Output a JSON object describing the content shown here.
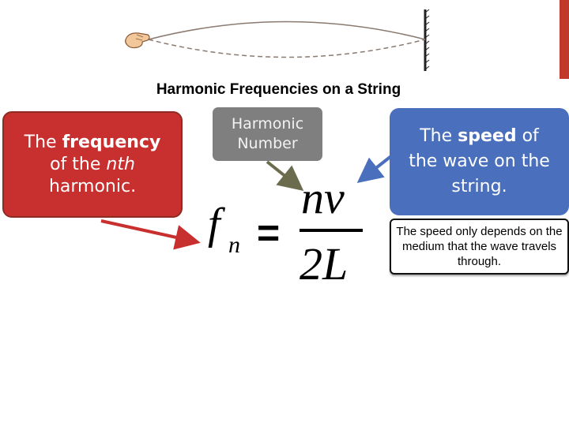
{
  "title": "Harmonic Frequencies on a String",
  "callouts": {
    "frequency": {
      "before": "The ",
      "bold": "frequency",
      "middle": "of the ",
      "italic": "nth",
      "after": "harmonic."
    },
    "harmonic_number": {
      "line1": "Harmonic",
      "line2": "Number"
    },
    "speed": {
      "before": "The ",
      "bold": "speed",
      "after": " of",
      "line2": "the wave on the",
      "line3": "string."
    }
  },
  "note": "The speed only depends on the medium that the wave travels through.",
  "formula": {
    "lhs_symbol": "f",
    "lhs_subscript": "n",
    "equals": "=",
    "numerator": "nv",
    "denominator": "2L"
  },
  "colors": {
    "red_callout": "#c8302f",
    "gray_callout": "#7f7f7f",
    "blue_callout": "#4a70bd",
    "red_arrow": "#c8302f",
    "olive_arrow": "#6b6b4e",
    "blue_arrow": "#4a70bd",
    "accent_bar": "#c0392b"
  },
  "icons": {
    "hand": "hand-icon",
    "wall": "wall-icon"
  }
}
